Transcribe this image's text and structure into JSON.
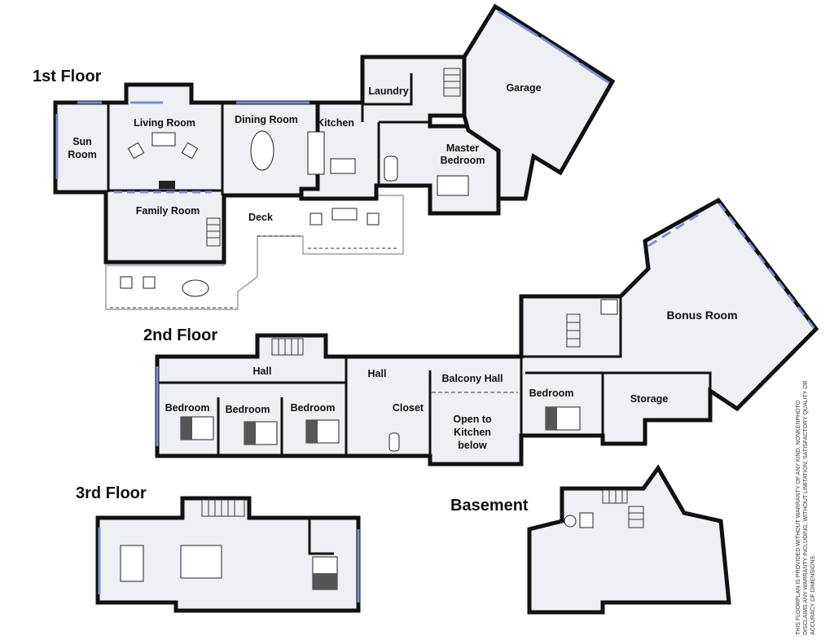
{
  "floors": {
    "first": "1st Floor",
    "second": "2nd Floor",
    "third": "3rd Floor",
    "basement": "Basement"
  },
  "rooms_first": {
    "sun1": "Sun",
    "sun2": "Room",
    "living": "Living Room",
    "dining": "Dining Room",
    "kitchen": "Kitchen",
    "laundry": "Laundry",
    "garage": "Garage",
    "master1": "Master",
    "master2": "Bedroom",
    "family": "Family Room",
    "deck": "Deck"
  },
  "rooms_second": {
    "bonus": "Bonus Room",
    "hall1": "Hall",
    "hall2": "Hall",
    "balcony": "Balcony Hall",
    "bed1": "Bedroom",
    "bed2": "Bedroom",
    "bed3": "Bedroom",
    "bed4": "Bedroom",
    "closet": "Closet",
    "open1": "Open to",
    "open2": "Kitchen",
    "open3": "below",
    "storage": "Storage"
  },
  "disclaimer": {
    "line1": "THIS FLOORPLAN IS PROVIDED WITHOUT WARRANTY OF ANY KIND. NONKENPHOTO",
    "line2": "DISCLAIMS ANY WARRANTY INCLUDING, WITHOUT LIMITATION, SATISFACTORY QUALITY OR",
    "line3": "ACCURACY OF DIMENSIONS."
  },
  "colors": {
    "wall": "#111111",
    "floor_fill": "#eef0f4",
    "window": "#7b8fd6"
  }
}
